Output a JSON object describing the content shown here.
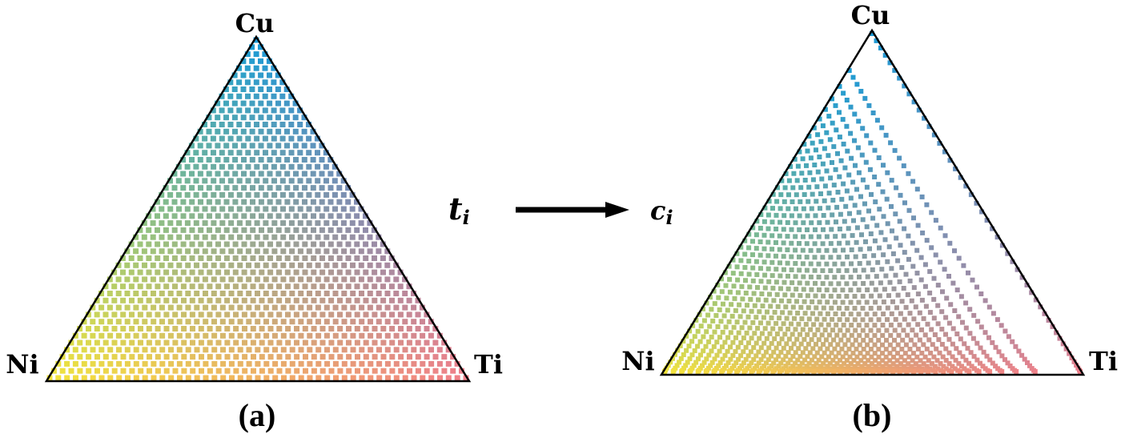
{
  "colors": {
    "ni_vertex": "#f2e43c",
    "cu_vertex": "#1a9ad6",
    "ti_vertex": "#f07f8a",
    "outline": "#000000",
    "arrow": "#000000"
  },
  "panels": [
    {
      "label": "(a)",
      "distribution": "uniform",
      "vertex_labels": {
        "top": "Cu",
        "left": "Ni",
        "right": "Ti"
      }
    },
    {
      "label": "(b)",
      "distribution": "skewed",
      "vertex_labels": {
        "top": "Cu",
        "left": "Ni",
        "right": "Ti"
      }
    }
  ],
  "mapping": {
    "from": {
      "base": "t",
      "sub": "i"
    },
    "to": {
      "base": "c",
      "sub": "i"
    },
    "arrow_icon": "arrow-right-icon"
  }
}
